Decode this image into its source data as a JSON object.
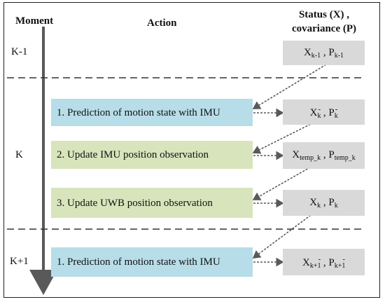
{
  "headers": {
    "moment": "Moment",
    "action": "Action",
    "status_line1": "Status (X) ,",
    "status_line2": "covariance (P)"
  },
  "moments": {
    "k_minus_1": "K-1",
    "k": "K",
    "k_plus_1": "K+1"
  },
  "actions": {
    "a1": "1. Prediction of motion state with IMU",
    "a2": "2. Update IMU position observation",
    "a3": "3. Update UWB position observation",
    "a4": "1. Prediction of motion state with IMU"
  },
  "status": {
    "s0": {
      "x": "X",
      "x_sub": "k-1",
      "sep": " , ",
      "p": "P",
      "p_sub": "k-1"
    },
    "s1": {
      "x": "X",
      "x_sub": "k",
      "x_sup": "-",
      "sep": " , ",
      "p": "P",
      "p_sub": "k",
      "p_sup": "-"
    },
    "s2": {
      "x": "X",
      "x_sub": "temp_k",
      "sep": " , ",
      "p": "P",
      "p_sub": "temp_k"
    },
    "s3": {
      "x": "X",
      "x_sub": "k",
      "sep": " , ",
      "p": "P",
      "p_sub": "k"
    },
    "s4": {
      "x": "X",
      "x_sub": "k+1",
      "x_sup": "-",
      "sep": " , ",
      "p": "P",
      "p_sub": "k+1",
      "p_sup": "-"
    }
  },
  "colors": {
    "prediction_box": "#b7dde8",
    "update_box": "#d8e4bc",
    "status_box": "#d9d9d9",
    "timeline": "#595959"
  }
}
